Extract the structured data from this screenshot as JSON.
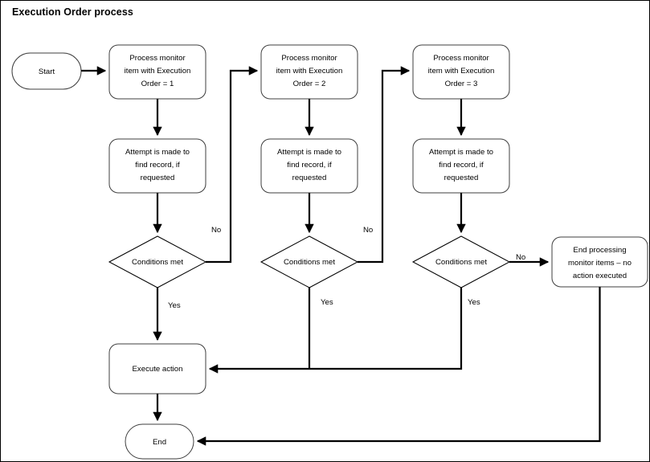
{
  "diagram": {
    "title": "Execution Order process",
    "type": "flowchart",
    "background_color": "#ffffff",
    "border_color": "#000000",
    "shape_stroke_color": "#3f3f3f",
    "connector_color": "#000000",
    "text_color": "#000000",
    "nodes": [
      {
        "id": "start",
        "shape": "terminator",
        "label": "Start"
      },
      {
        "id": "process1",
        "shape": "process",
        "label": "Process monitor item with Execution Order = 1",
        "lines": [
          "Process monitor",
          "item with Execution",
          "Order = 1"
        ]
      },
      {
        "id": "process2",
        "shape": "process",
        "label": "Process monitor item with Execution Order = 2",
        "lines": [
          "Process monitor",
          "item with Execution",
          "Order = 2"
        ]
      },
      {
        "id": "process3",
        "shape": "process",
        "label": "Process monitor item with Execution Order = 3",
        "lines": [
          "Process monitor",
          "item with Execution",
          "Order = 3"
        ]
      },
      {
        "id": "attempt1",
        "shape": "process",
        "label": "Attempt is made to find record, if requested",
        "lines": [
          "Attempt is made to",
          "find record, if",
          "requested"
        ]
      },
      {
        "id": "attempt2",
        "shape": "process",
        "label": "Attempt is made to find record, if requested",
        "lines": [
          "Attempt is made to",
          "find record, if",
          "requested"
        ]
      },
      {
        "id": "attempt3",
        "shape": "process",
        "label": "Attempt is made to find record, if requested",
        "lines": [
          "Attempt is made to",
          "find record, if",
          "requested"
        ]
      },
      {
        "id": "decision1",
        "shape": "decision",
        "label": "Conditions met"
      },
      {
        "id": "decision2",
        "shape": "decision",
        "label": "Conditions met"
      },
      {
        "id": "decision3",
        "shape": "decision",
        "label": "Conditions met"
      },
      {
        "id": "endprocessing",
        "shape": "process",
        "label": "End processing monitor items – no action executed",
        "lines": [
          "End processing",
          "monitor items – no",
          "action executed"
        ]
      },
      {
        "id": "execute",
        "shape": "process",
        "label": "Execute action",
        "lines": [
          "Execute action"
        ]
      },
      {
        "id": "end",
        "shape": "terminator",
        "label": "End"
      }
    ],
    "edges": [
      {
        "from": "start",
        "to": "process1",
        "label": ""
      },
      {
        "from": "process1",
        "to": "attempt1",
        "label": ""
      },
      {
        "from": "attempt1",
        "to": "decision1",
        "label": ""
      },
      {
        "from": "decision1",
        "to": "process2",
        "label": "No"
      },
      {
        "from": "decision1",
        "to": "execute",
        "label": "Yes"
      },
      {
        "from": "process2",
        "to": "attempt2",
        "label": ""
      },
      {
        "from": "attempt2",
        "to": "decision2",
        "label": ""
      },
      {
        "from": "decision2",
        "to": "process3",
        "label": "No"
      },
      {
        "from": "decision2",
        "to": "execute",
        "label": "Yes"
      },
      {
        "from": "process3",
        "to": "attempt3",
        "label": ""
      },
      {
        "from": "attempt3",
        "to": "decision3",
        "label": ""
      },
      {
        "from": "decision3",
        "to": "endprocessing",
        "label": "No"
      },
      {
        "from": "decision3",
        "to": "execute",
        "label": "Yes"
      },
      {
        "from": "endprocessing",
        "to": "end",
        "label": ""
      },
      {
        "from": "execute",
        "to": "end",
        "label": ""
      }
    ],
    "edge_labels": {
      "no_1": "No",
      "no_2": "No",
      "no_3": "No",
      "yes_1": "Yes",
      "yes_2": "Yes",
      "yes_3": "Yes"
    }
  }
}
